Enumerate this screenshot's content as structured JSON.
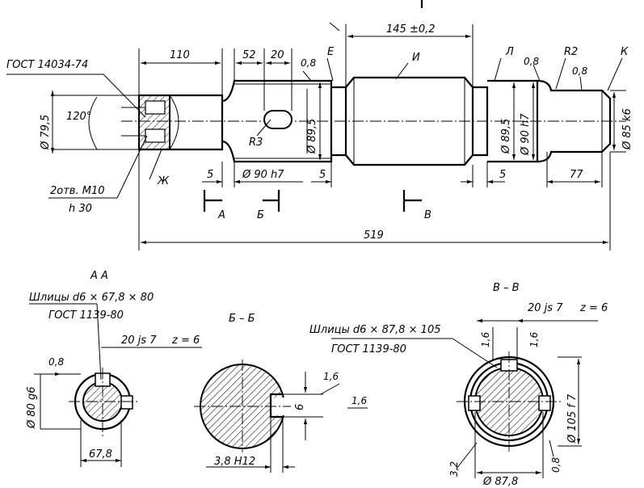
{
  "main_view": {
    "standard": "ГОСТ 14034-74",
    "dim_len_110": "110",
    "dim_len_52": "52",
    "dim_len_20": "20",
    "dim_tol": "145 ±0,2",
    "rough_08_a": "0,8",
    "rough_08_b": "0,8",
    "rough_08_c": "0,8",
    "label_E": "Е",
    "label_I": "И",
    "label_L": "Л",
    "label_K": "К",
    "radius_R2": "R2",
    "dia_79_5": "Ø 79,5",
    "angle_120": "120°",
    "dia_89_5_left": "Ø 89,5",
    "radius_R3": "R3",
    "dia_89_5_right": "Ø 89,5",
    "dia_90h7_right": "Ø 90 h7",
    "dia_85k6": "Ø 85 k6",
    "holes_line1": "2отв. М10",
    "holes_line2": "h  30",
    "label_Zh": "Ж",
    "dim_5_a": "5",
    "dia_90h7_left": "Ø 90 h7",
    "dim_5_b": "5",
    "dim_5_c": "5",
    "dim_77": "77",
    "section_A": "А",
    "section_B": "Б",
    "section_V": "В",
    "total_length": "519"
  },
  "section_aa": {
    "title": "А  А",
    "spline_line1": "Шлицы d6 × 67,8 × 80",
    "spline_line2": "ГОСТ 1139-80",
    "width_20js7": "20 js 7",
    "z_6": "z = 6",
    "rough_08": "0,8",
    "dia_80g6": "Ø 80 g6",
    "dia_67_8": "67,8"
  },
  "section_bb": {
    "title": "Б – Б",
    "rough_16_a": "1,6",
    "rough_16_b": "1,6",
    "depth_6": "6",
    "width_3_8": "3,8 Н12"
  },
  "section_vv": {
    "title": "В – В",
    "spline_line1": "Шлицы d6 × 87,8 × 105",
    "spline_line2": "ГОСТ 1139-80",
    "width_20js7": "20 js 7",
    "z_6": "z = 6",
    "rough_16_a": "1,6",
    "rough_16_b": "1,6",
    "dia_105f7": "Ø 105 f 7",
    "rough_3_2": "3,2",
    "dia_87_8": "Ø 87,8",
    "rough_08": "0,8"
  }
}
